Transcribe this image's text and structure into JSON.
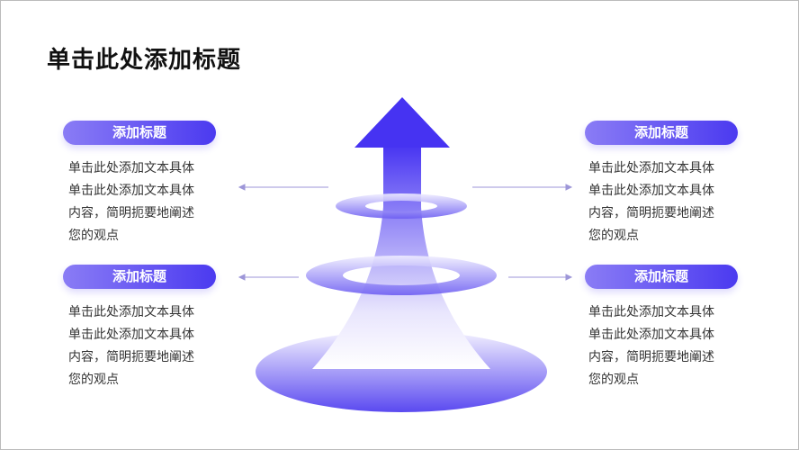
{
  "title": "单击此处添加标题",
  "items": [
    {
      "heading": "添加标题",
      "lines": [
        "单击此处添加文本具体",
        "单击此处添加文本具体",
        "内容，简明扼要地阐述",
        "您的观点"
      ]
    },
    {
      "heading": "添加标题",
      "lines": [
        "单击此处添加文本具体",
        "单击此处添加文本具体",
        "内容，简明扼要地阐述",
        "您的观点"
      ]
    },
    {
      "heading": "添加标题",
      "lines": [
        "单击此处添加文本具体",
        "单击此处添加文本具体",
        "内容，简明扼要地阐述",
        "您的观点"
      ]
    },
    {
      "heading": "添加标题",
      "lines": [
        "单击此处添加文本具体",
        "单击此处添加文本具体",
        "内容，简明扼要地阐述",
        "您的观点"
      ]
    }
  ],
  "colors": {
    "accent": "#4b3af0",
    "accent_light": "#8a7cf5"
  }
}
